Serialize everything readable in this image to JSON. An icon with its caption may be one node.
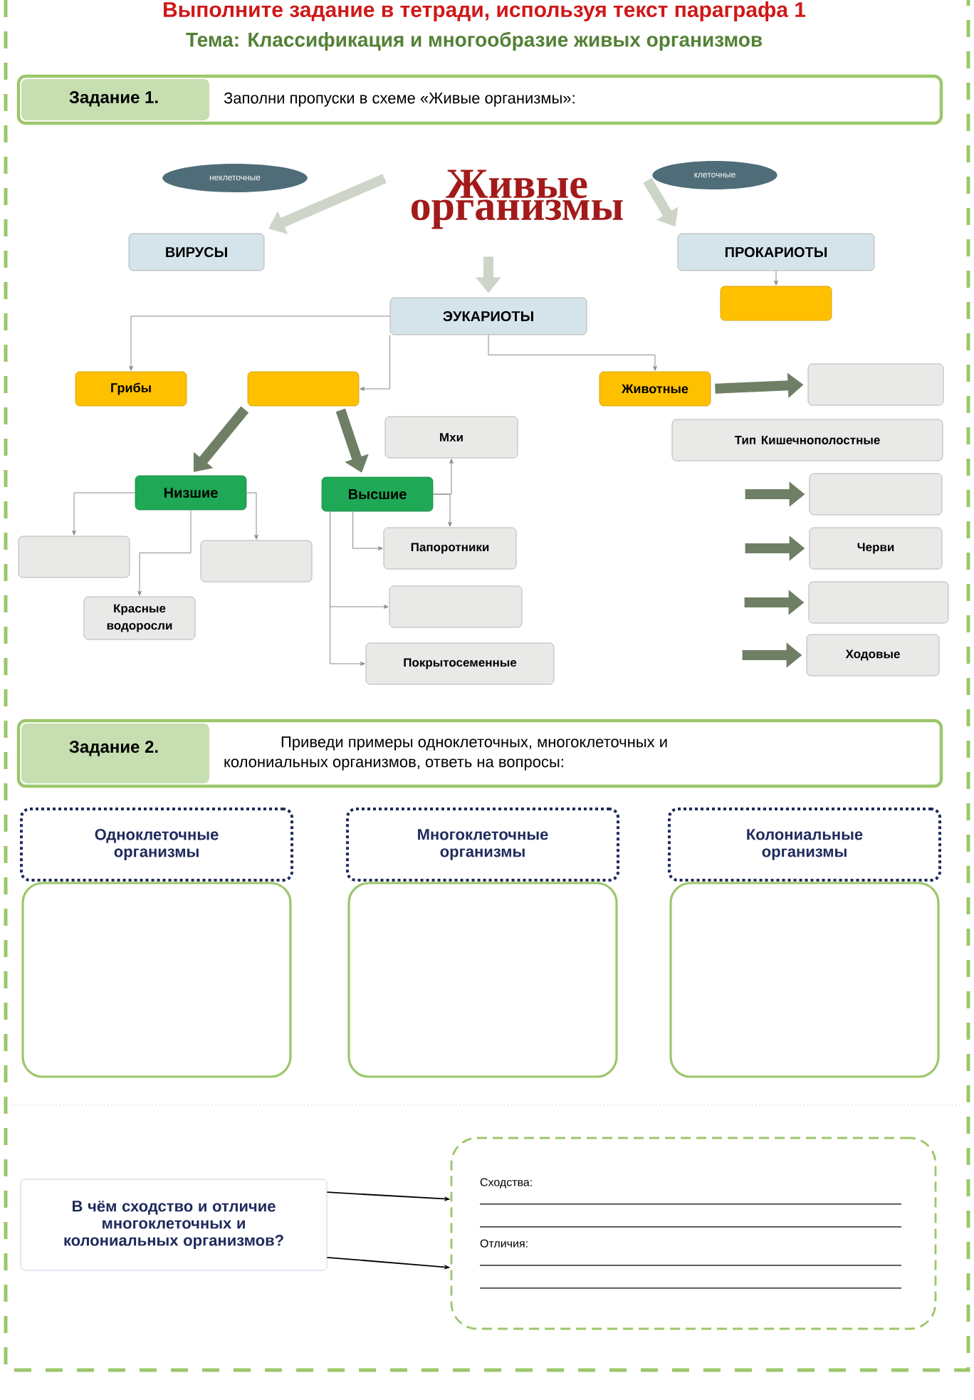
{
  "diagram": {
    "title": "Выполните задание в тетради, используя текст параграфа 1",
    "nodes": [
      {
        "text": [
          "Задание 1.",
          "Заполни пропуски в схеме «Живые организмы»:"
        ]
      },
      {
        "text": [
          "Живые организмы"
        ]
      },
      {
        "text": [
          "неклеточные"
        ]
      },
      {
        "text": [
          "клеточные"
        ]
      },
      {
        "text": [
          "ВИРУСЫ"
        ]
      },
      {
        "text": [
          "ПРОКАРИОТЫ"
        ]
      },
      {
        "text": [],
        "shape": "box"
      },
      {
        "text": [
          "ЭУКАРИОТЫ"
        ]
      },
      {
        "text": [
          "Грибы"
        ]
      },
      {
        "text": [],
        "shape": "box"
      },
      {
        "text": [
          "Животные"
        ]
      },
      {
        "text": [],
        "shape": "box"
      },
      {
        "text": [
          "Мхи"
        ]
      },
      {
        "text": [
          "Тип Кишечнополостные"
        ]
      },
      {
        "text": [
          "Низшие"
        ]
      },
      {
        "text": [
          "Высшие"
        ]
      },
      {
        "text": [],
        "shape": "box"
      },
      {
        "text": [],
        "shape": "box"
      },
      {
        "text": [
          "Папоротники"
        ]
      },
      {
        "text": [
          "Красные водоросли"
        ]
      },
      {
        "text": [],
        "shape": "box"
      },
      {
        "text": [],
        "shape": "box"
      },
      {
        "text": [
          "Черви"
        ]
      },
      {
        "text": [],
        "shape": "box"
      },
      {
        "text": [
          "Ходовые"
        ]
      },
      {
        "text": [
          "Покрытосеменные"
        ]
      },
      {
        "text": [
          "Задание 2.",
          "Приведи примеры одноклеточных, многоклеточных и колониальных организмов, ответь на вопросы:"
        ]
      },
      {
        "text": [
          "Одноклеточные организмы"
        ]
      },
      {
        "text": [
          "Многоклеточные организмы"
        ]
      },
      {
        "text": [
          "Колониальные организмы"
        ]
      },
      {
        "text": [],
        "shape": "box"
      },
      {
        "text": [],
        "shape": "box"
      },
      {
        "text": [],
        "shape": "box"
      },
      {
        "text": [
          "В чём сходство и отличие многоклеточных и колониальных организмов?"
        ]
      },
      {
        "text": [
          "Сходства:",
          "Отличия:"
        ]
      }
    ],
    "edges": [
      {
        "from": 1,
        "to": 4,
        "arrow": "to",
        "style": "thick",
        "color": "#cdd4c8"
      },
      {
        "from": 1,
        "to": 5,
        "arrow": "to",
        "style": "thick",
        "color": "#cdd4c8"
      },
      {
        "from": 1,
        "to": 7,
        "arrow": "to",
        "style": "thick",
        "color": "#cdd4c8"
      },
      {
        "from": 9,
        "to": 14,
        "arrow": "to",
        "style": "thick",
        "color": "#6f7f66"
      },
      {
        "from": 9,
        "to": 15,
        "arrow": "to",
        "style": "thick",
        "color": "#6f7f66"
      },
      {
        "from": 10,
        "to": 11,
        "arrow": "to",
        "style": "thick",
        "color": "#6f7f66"
      },
      {
        "from": null,
        "to": 21,
        "arrow": "to",
        "style": "thick",
        "color": "#6f7f66"
      },
      {
        "from": null,
        "to": 22,
        "arrow": "to",
        "style": "thick",
        "color": "#6f7f66"
      },
      {
        "from": null,
        "to": 23,
        "arrow": "to",
        "style": "thick",
        "color": "#6f7f66"
      },
      {
        "from": null,
        "to": 24,
        "arrow": "to",
        "style": "thick",
        "color": "#6f7f66"
      },
      {
        "from": 5,
        "to": 6,
        "arrow": "to"
      },
      {
        "from": 7,
        "to": 8,
        "arrow": "to"
      },
      {
        "from": 7,
        "to": 9,
        "arrow": "to"
      },
      {
        "from": 7,
        "to": 10,
        "arrow": "to"
      },
      {
        "from": 14,
        "to": 16,
        "arrow": "to"
      },
      {
        "from": 14,
        "to": 17,
        "arrow": "to"
      },
      {
        "from": 14,
        "to": 19,
        "arrow": "to"
      },
      {
        "from": 15,
        "to": 12,
        "arrow": "to"
      },
      {
        "from": 15,
        "to": 18,
        "arrow": "to"
      },
      {
        "from": 15,
        "to": 18,
        "arrow": "to"
      },
      {
        "from": 15,
        "to": 20,
        "arrow": "to"
      },
      {
        "from": 15,
        "to": 25,
        "arrow": "to"
      },
      {
        "from": 33,
        "to": 34,
        "arrow": "to",
        "color": "#000000"
      },
      {
        "from": 33,
        "to": 34,
        "arrow": "to",
        "color": "#000000"
      }
    ],
    "labels": [
      "Тема: Классификация и многообразие живых организмов"
    ]
  }
}
